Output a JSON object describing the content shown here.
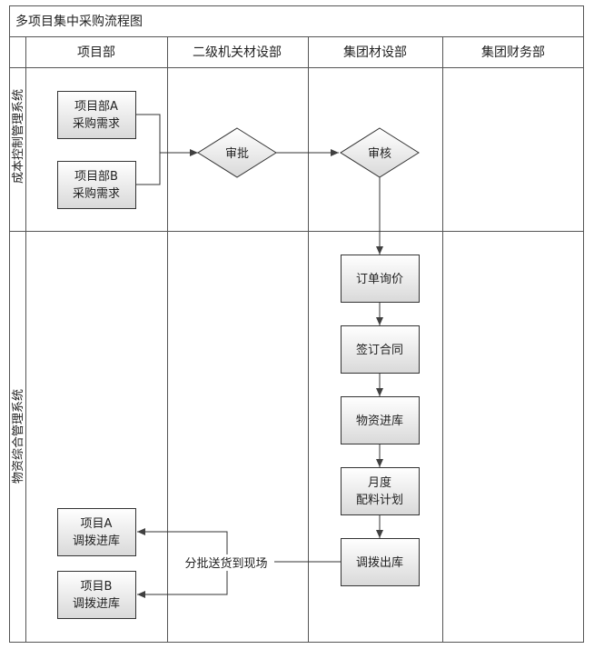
{
  "title": "多项目集中采购流程图",
  "columns": [
    "项目部",
    "二级机关材设部",
    "集团材设部",
    "集团财务部"
  ],
  "lanes": [
    "成本控制管理系统",
    "物资综合管理系统"
  ],
  "nodes": {
    "req_a": [
      "项目部A",
      "采购需求"
    ],
    "req_b": [
      "项目部B",
      "采购需求"
    ],
    "approve": "审批",
    "review": "审核",
    "inquiry": "订单询价",
    "contract": "签订合同",
    "warehouse": "物资进库",
    "monthly_plan": [
      "月度",
      "配料计划"
    ],
    "transfer_out": "调拨出库",
    "a_transfer_in": [
      "项目A",
      "调拨进库"
    ],
    "b_transfer_in": [
      "项目B",
      "调拨进库"
    ]
  },
  "edge_labels": {
    "deliver": "分批送货到现场"
  },
  "colors": {
    "line": "#333333",
    "arrow": "#404040",
    "box_top": "#ffffff",
    "box_bottom": "#d9d9d9",
    "frame": "#555555"
  }
}
